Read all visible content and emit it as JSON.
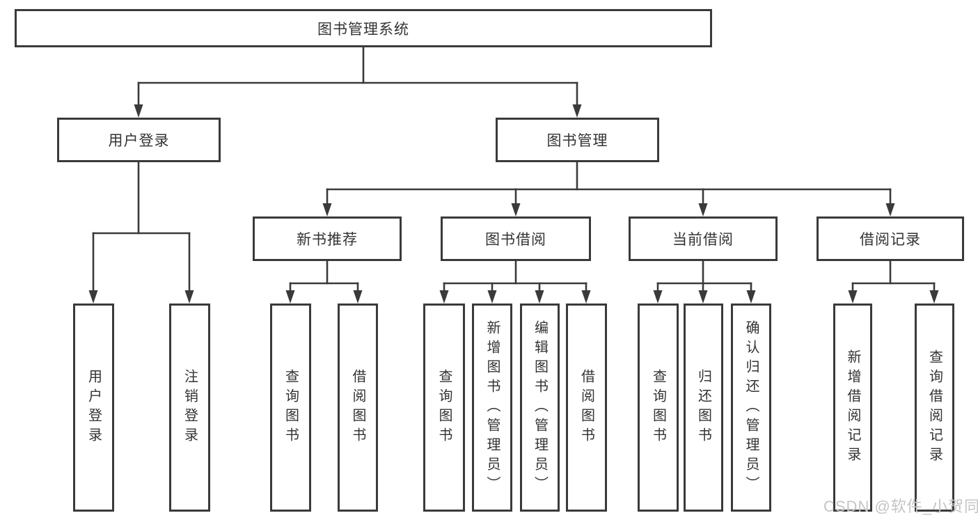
{
  "diagram": {
    "root": {
      "label": "图书管理系统"
    },
    "level2": [
      {
        "label": "用户登录"
      },
      {
        "label": "图书管理"
      }
    ],
    "level3": [
      {
        "label": "新书推荐"
      },
      {
        "label": "图书借阅"
      },
      {
        "label": "当前借阅"
      },
      {
        "label": "借阅记录"
      }
    ],
    "leaves": {
      "user_login": [
        {
          "label": "用户登录"
        },
        {
          "label": "注销登录"
        }
      ],
      "new_book": [
        {
          "label": "查询图书"
        },
        {
          "label": "借阅图书"
        }
      ],
      "book_borrow": [
        {
          "label": "查询图书"
        },
        {
          "label": "新增图书（管理员）"
        },
        {
          "label": "编辑图书（管理员）"
        },
        {
          "label": "借阅图书"
        }
      ],
      "current_borrow": [
        {
          "label": "查询图书"
        },
        {
          "label": "归还图书"
        },
        {
          "label": "确认归还（管理员）"
        }
      ],
      "borrow_record": [
        {
          "label": "新增借阅记录"
        },
        {
          "label": "查询借阅记录"
        }
      ]
    }
  },
  "watermark": {
    "text": "CSDN @软件_小贺同学"
  },
  "colors": {
    "line": "#3a3a3a",
    "text": "#333333",
    "background": "#ffffff"
  }
}
